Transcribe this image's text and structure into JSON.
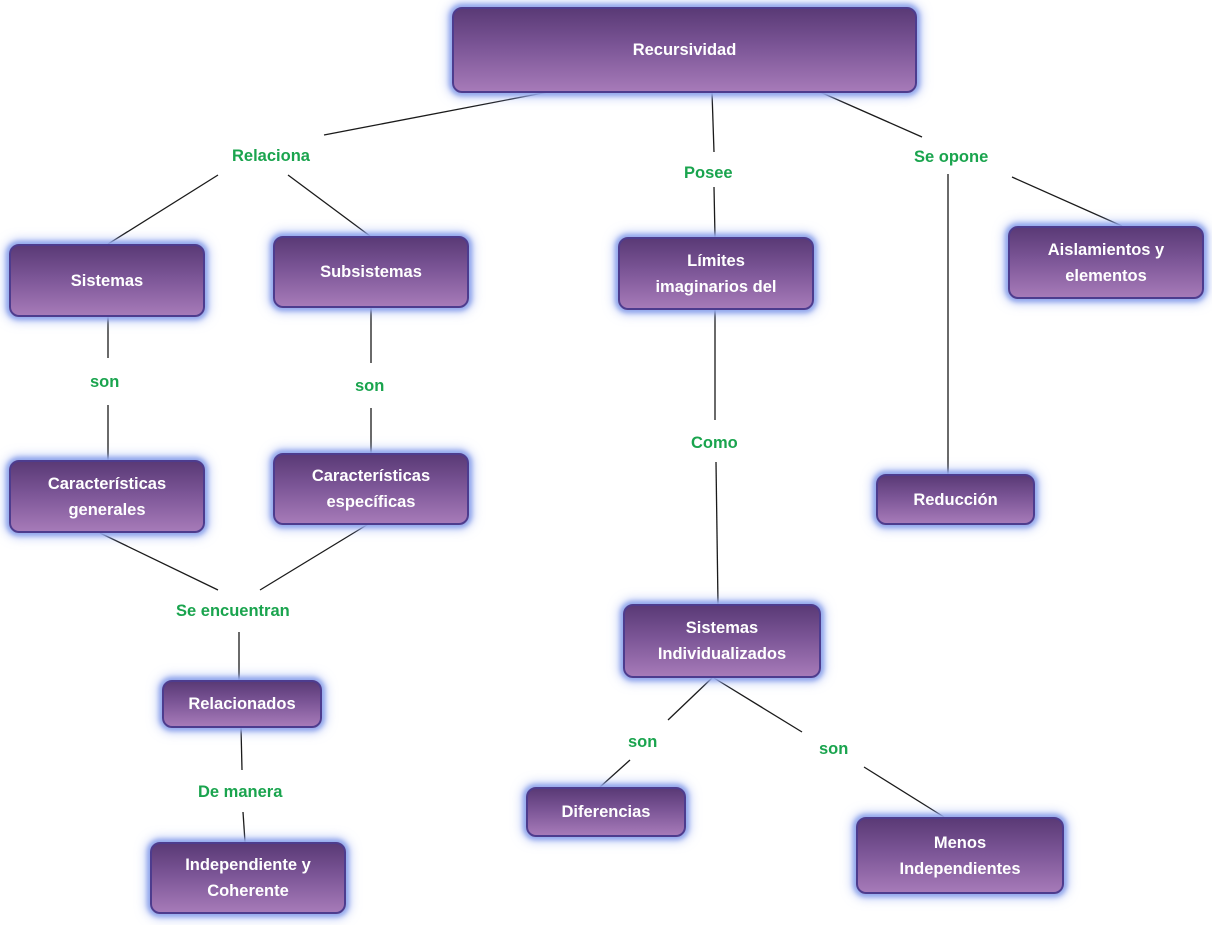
{
  "nodes": {
    "recursividad": "Recursividad",
    "sistemas": "Sistemas",
    "subsistemas": "Subsistemas",
    "limites": "Límites imaginarios del",
    "aislamientos": "Aislamientos y elementos",
    "caracteristicas_generales": "Características generales",
    "caracteristicas_especificas": "Características específicas",
    "reduccion": "Reducción",
    "sistemas_individualizados": "Sistemas Individualizados",
    "relacionados": "Relacionados",
    "diferencias": "Diferencias",
    "menos_independientes": "Menos Independientes",
    "independiente_coherente": "Independiente y Coherente"
  },
  "labels": {
    "relaciona": "Relaciona",
    "posee": "Posee",
    "se_opone": "Se opone",
    "son_sistemas": "son",
    "son_subsistemas": "son",
    "como": "Como",
    "se_encuentran": "Se encuentran",
    "de_manera": "De manera",
    "son_diferencias": "son",
    "son_menos": "son"
  },
  "colors": {
    "node_top": "#5a3a76",
    "node_bottom": "#a67ab8",
    "node_glow": "#93a8ec",
    "label_text": "#1aa44e",
    "connector": "#1a1a1a"
  }
}
